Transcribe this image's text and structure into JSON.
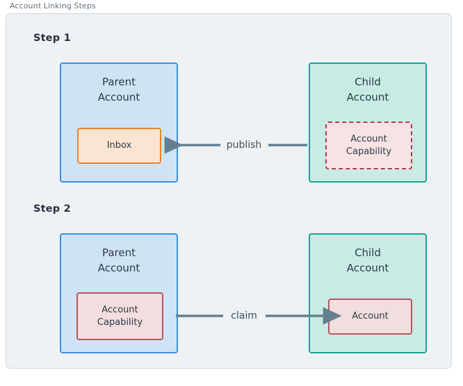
{
  "figure": {
    "title": "Account Linking Steps"
  },
  "steps": [
    {
      "label": "Step 1",
      "parent": {
        "title": "Parent\nAccount",
        "inner": {
          "label": "Inbox",
          "style": "orange-solid"
        }
      },
      "child": {
        "title": "Child\nAccount",
        "inner": {
          "label": "Account\nCapability",
          "style": "red-dashed"
        }
      },
      "edge": {
        "label": "publish",
        "direction": "child-to-parent"
      }
    },
    {
      "label": "Step 2",
      "parent": {
        "title": "Parent\nAccount",
        "inner": {
          "label": "Account\nCapability",
          "style": "red-solid"
        }
      },
      "child": {
        "title": "Child\nAccount",
        "inner": {
          "label": "Account",
          "style": "red-solid"
        }
      },
      "edge": {
        "label": "claim",
        "direction": "parent-to-child"
      }
    }
  ],
  "colors": {
    "page_background": "#ffffff",
    "panel_background": "#eef2f5",
    "panel_border": "#cfd8e0",
    "title_text": "#66717d",
    "step_text": "#27313f",
    "parent_fill": "#cfe3f7",
    "parent_stroke": "#3b90e0",
    "child_fill": "#c8ece5",
    "child_stroke": "#14a699",
    "inbox_fill": "#fbe5d2",
    "inbox_stroke": "#e8832a",
    "capability_dashed_fill": "#f7e2e4",
    "capability_dashed_stroke": "#b23a48",
    "capability_solid_fill": "#f2dede",
    "capability_solid_stroke": "#b4565e",
    "arrow_stroke": "#667f90",
    "node_text": "#2d3b45"
  }
}
